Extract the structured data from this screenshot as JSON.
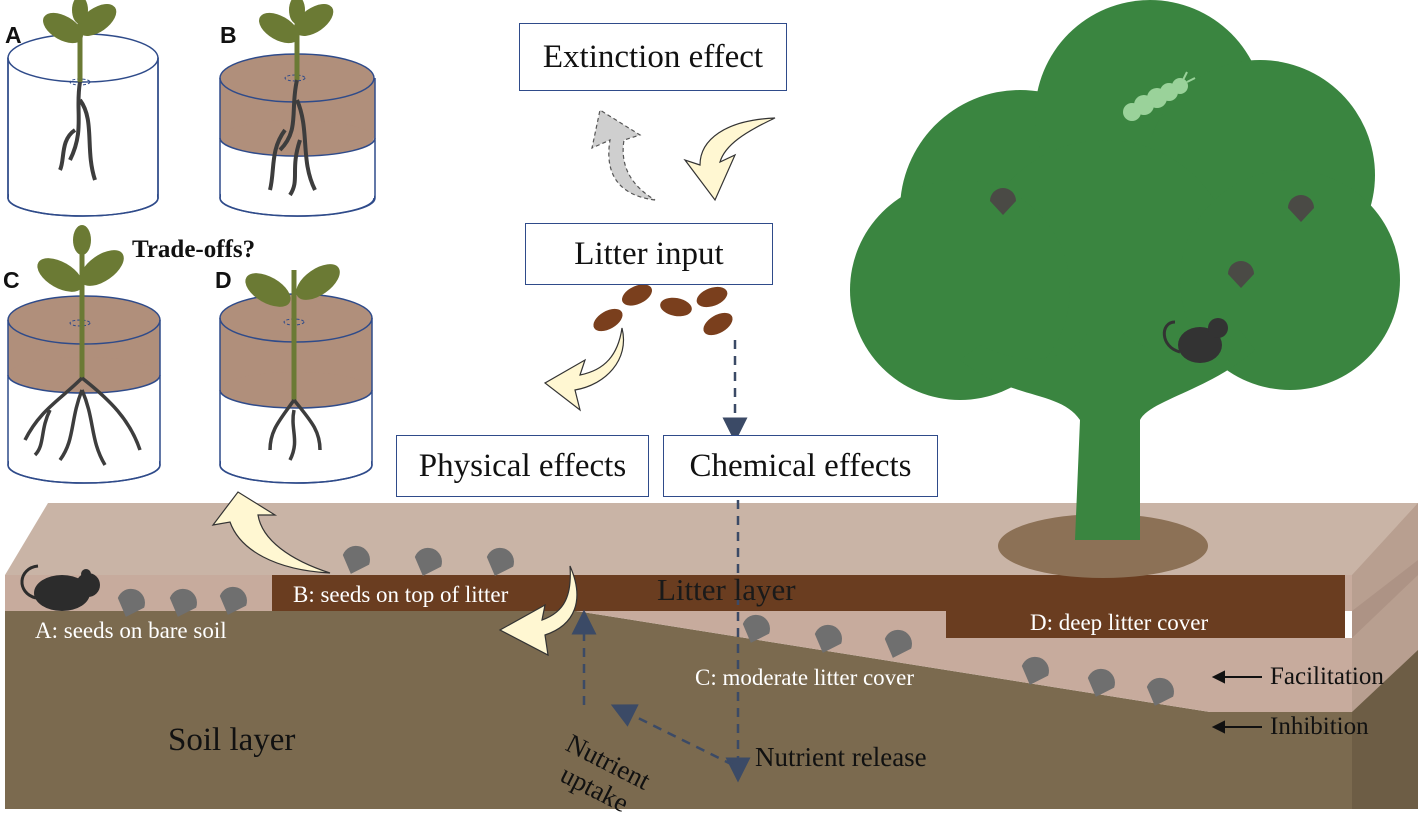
{
  "boxes": {
    "extinction": "Extinction effect",
    "litter_input": "Litter input",
    "physical": "Physical effects",
    "chemical": "Chemical effects"
  },
  "panels": {
    "a": "A",
    "b": "B",
    "c": "C",
    "d": "D"
  },
  "tradeoffs": "Trade-offs?",
  "layers": {
    "litter": "Litter layer",
    "soil": "Soil layer"
  },
  "seed_positions": {
    "a": "A: seeds on bare soil",
    "b": "B: seeds on top of litter",
    "c": "C: moderate litter cover",
    "d": "D: deep litter cover"
  },
  "effects": {
    "facilitation": "Facilitation",
    "inhibition": "Inhibition"
  },
  "nutrients": {
    "release": "Nutrient release",
    "uptake_line1": "Nutrient",
    "uptake_line2": "uptake"
  },
  "colors": {
    "box_border": "#2f4b8a",
    "soil": "#7b6a4f",
    "litter": "#6a3d20",
    "ground_top": "#c7b1a4",
    "tree": "#3a8540",
    "plant": "#6b7a34",
    "seed": "#6f6f6f",
    "arrow_fill": "#fff7d2",
    "leaf": "#7a3f1d"
  },
  "icons": [
    "seedling-icon",
    "tree-icon",
    "mouse-icon",
    "caterpillar-icon",
    "leaf-icon",
    "seed-icon"
  ]
}
